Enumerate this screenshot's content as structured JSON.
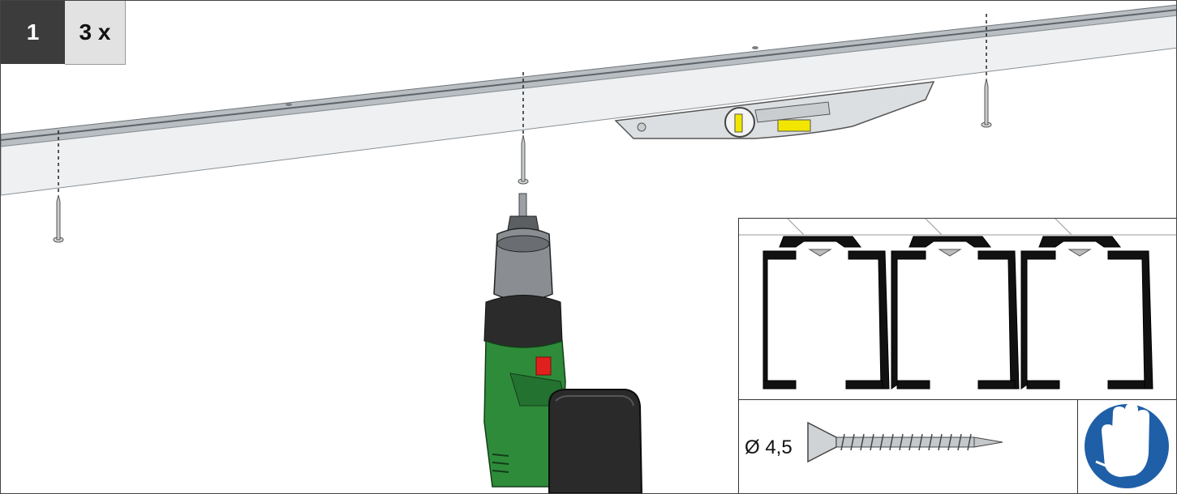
{
  "step": {
    "number": "1",
    "quantity": "3 x"
  },
  "screw": {
    "diameter_label": "Ø 4,5"
  },
  "icons": {
    "glove": "hand-glove-icon",
    "drill": "cordless-drill-icon",
    "level": "spirit-level-icon"
  },
  "colors": {
    "step_bg": "#3c3c3c",
    "qty_bg": "#e2e2e2",
    "drill_green": "#2e8b3a",
    "level_yellow": "#f2e600",
    "glove_blue": "#1f5fa8"
  }
}
